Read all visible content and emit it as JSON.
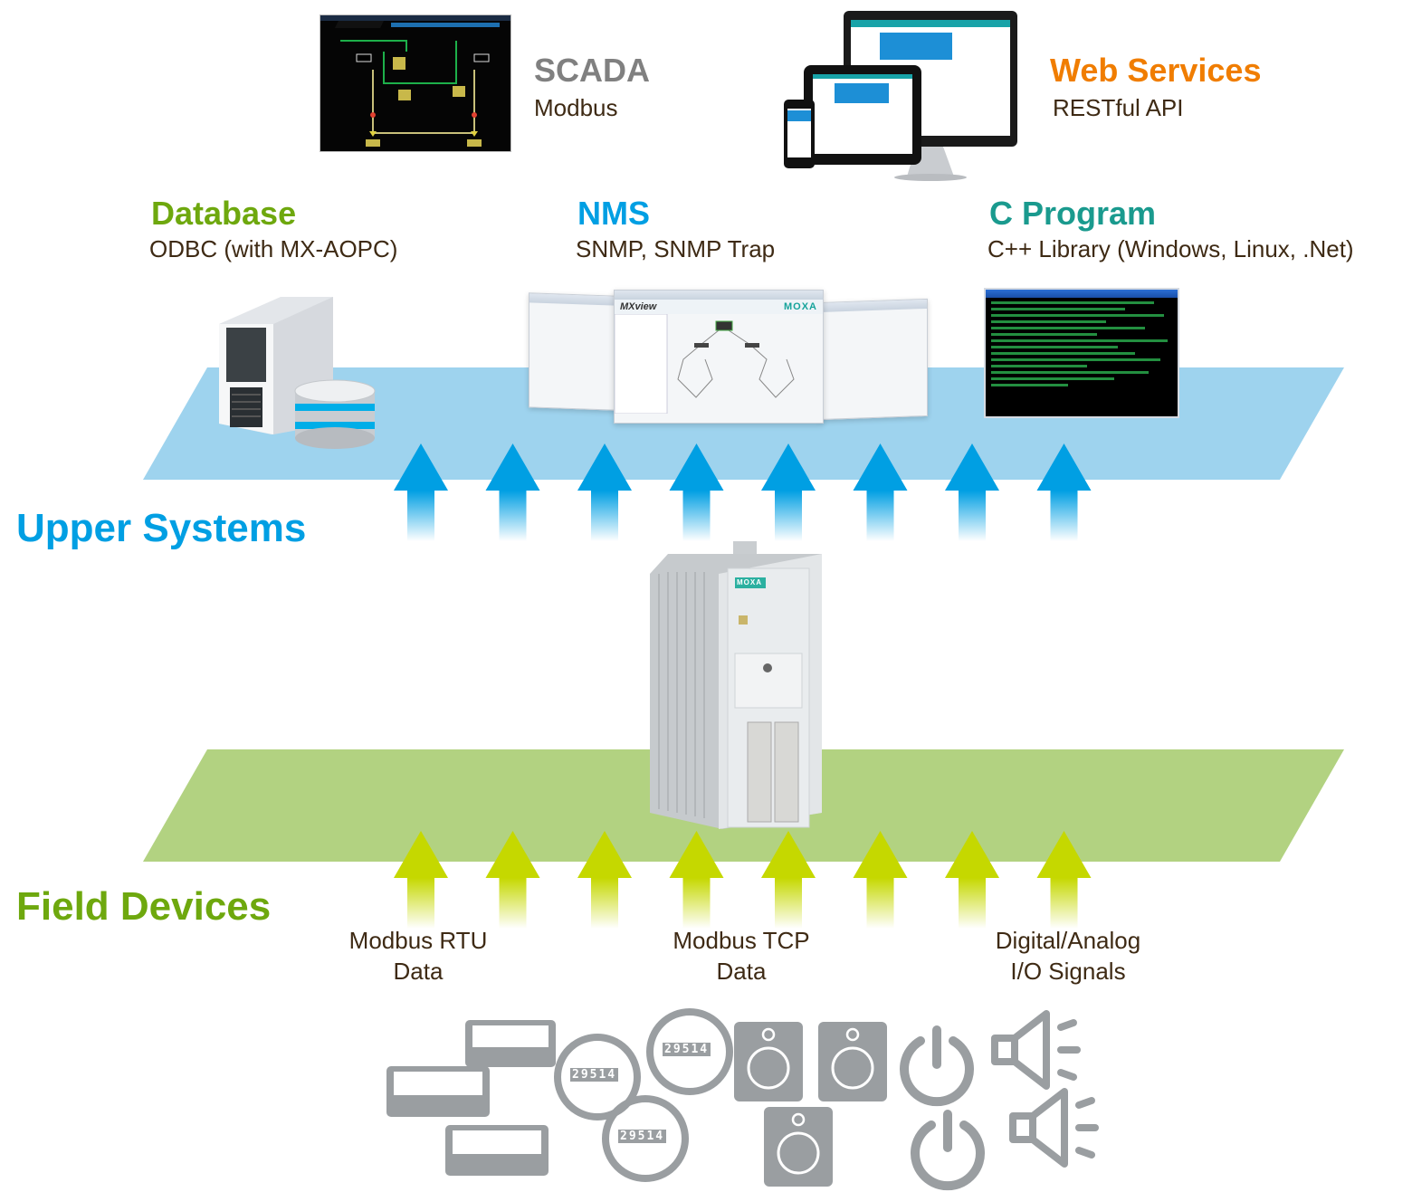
{
  "colors": {
    "upper_plane": "#9ED3EE",
    "field_plane": "#B2D281",
    "upper_arrow": "#009FE3",
    "field_arrow": "#C5D800",
    "scada_title": "#808080",
    "web_title": "#F07D00",
    "database_title": "#6EA80E",
    "nms_title": "#009FE3",
    "cprogram_title": "#1A9A8E",
    "subtitle_text": "#3E2A14",
    "icon_gray": "#9A9EA1"
  },
  "top_systems": {
    "scada": {
      "title": "SCADA",
      "subtitle": "Modbus"
    },
    "web_services": {
      "title": "Web Services",
      "subtitle": "RESTful API"
    }
  },
  "upper_systems": {
    "database": {
      "title": "Database",
      "subtitle": "ODBC (with MX-AOPC)"
    },
    "nms": {
      "title": "NMS",
      "subtitle": "SNMP, SNMP Trap"
    },
    "c_program": {
      "title": "C Program",
      "subtitle": "C++ Library (Windows, Linux, .Net)"
    },
    "section_label": "Upper Systems",
    "arrow_count": 8
  },
  "device": {
    "brand": "MOXA"
  },
  "nms_window": {
    "app_name": "MXview",
    "brand": "MOXA"
  },
  "field_devices": {
    "section_label": "Field Devices",
    "arrow_count": 8,
    "data_types": [
      {
        "line1": "Modbus RTU",
        "line2": "Data"
      },
      {
        "line1": "Modbus TCP",
        "line2": "Data"
      },
      {
        "line1": "Digital/Analog",
        "line2": "I/O Signals"
      }
    ],
    "meter_readout": "29514"
  }
}
